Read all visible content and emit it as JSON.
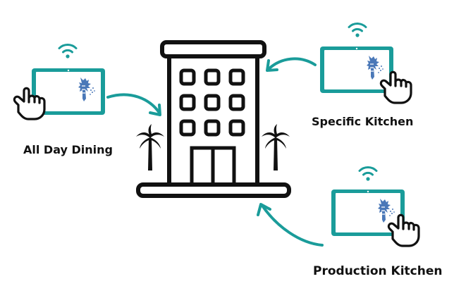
{
  "labels": {
    "all_day_dining": "All Day Dining",
    "specific_kitchen": "Specific Kitchen",
    "production_kitchen": "Production Kitchen"
  },
  "colors": {
    "accent": "#1a9c9a",
    "outline": "#111111",
    "background": "#ffffff",
    "logo_blue": "#4a78b8"
  },
  "icons": [
    "building-icon",
    "palm-tree-icon",
    "tablet-icon",
    "wifi-icon",
    "hand-tap-icon",
    "arrow-icon"
  ]
}
